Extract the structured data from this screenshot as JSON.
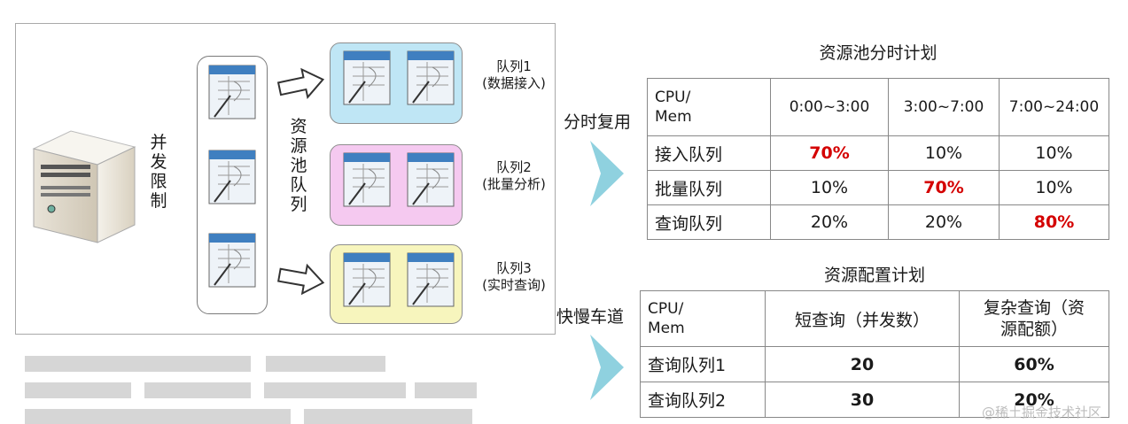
{
  "left": {
    "concurrency_label": [
      "并",
      "发",
      "限",
      "制"
    ],
    "pool_label": [
      "资",
      "源",
      "池",
      "队",
      "列"
    ],
    "queues": [
      {
        "name": "队列1",
        "desc": "(数据接入)",
        "color": "#bfe6f5"
      },
      {
        "name": "队列2",
        "desc": "(批量分析)",
        "color": "#f5c9f0"
      },
      {
        "name": "队列3",
        "desc": "(实时查询)",
        "color": "#f7f5bd"
      }
    ],
    "icons": [
      "server-icon",
      "window-doc-icon",
      "arrow-right-icon"
    ]
  },
  "timeshare": {
    "title": "资源池分时计划",
    "side_label": "分时复用",
    "header": [
      "CPU/\nMem",
      "0:00~3:00",
      "3:00~7:00",
      "7:00~24:00"
    ],
    "rows": [
      {
        "name": "接入队列",
        "cells": [
          "70%",
          "10%",
          "10%"
        ],
        "highlight": 0
      },
      {
        "name": "批量队列",
        "cells": [
          "10%",
          "70%",
          "10%"
        ],
        "highlight": 1
      },
      {
        "name": "查询队列",
        "cells": [
          "20%",
          "20%",
          "80%"
        ],
        "highlight": 2
      }
    ]
  },
  "config": {
    "title": "资源配置计划",
    "side_label": "快慢车道",
    "header": [
      "CPU/\nMem",
      "短查询（并发数）",
      "复杂查询（资\n源配额）"
    ],
    "rows": [
      {
        "name": "查询队列1",
        "cells": [
          "20",
          "60%"
        ]
      },
      {
        "name": "查询队列2",
        "cells": [
          "30",
          "20%"
        ]
      }
    ]
  },
  "watermark": "@稀土掘金技术社区",
  "colors": {
    "accent_arrow": "#8fd1df",
    "highlight": "#d40000"
  }
}
